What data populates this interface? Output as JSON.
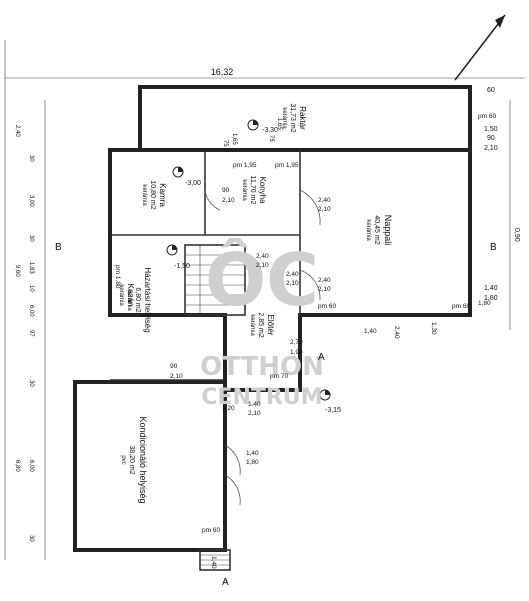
{
  "rooms": {
    "raktar": {
      "name": "Raktár",
      "area": "31,73 m2",
      "floor": "kerámia",
      "level": "-3,30"
    },
    "kamra": {
      "name": "Kamra",
      "area": "10,80 m2",
      "floor": "kerámia",
      "level": "-3,00"
    },
    "konyha": {
      "name": "Konyha",
      "area": "11,70 m2",
      "floor": "kerámia"
    },
    "nappali": {
      "name": "Nappali",
      "area": "40,45 m2",
      "floor": "kerámia"
    },
    "hazartas": {
      "name": "Házartási helyiség",
      "area": "6,80 m2",
      "floor": "kerámia",
      "level": "-1,50"
    },
    "kazan": {
      "name": "Kazán",
      "area": "",
      "floor": "kerámia"
    },
    "eloter": {
      "name": "Előtér",
      "area": "2,85 m2",
      "floor": "kerámia"
    },
    "kondicionalo": {
      "name": "Kondicionáló helyiség",
      "area": "38,20 m2",
      "floor": "pvc"
    }
  },
  "dimensions": {
    "overall_width": "16,32",
    "left": [
      "2,40",
      "30",
      "3,00",
      "30",
      "1,83",
      "10",
      "6,00",
      "97",
      "9,60",
      "30",
      "6,00",
      "6,80",
      "30"
    ],
    "right": [
      "60",
      "1,50",
      "90",
      "2,10",
      "0,90",
      "1,80",
      "1,40"
    ],
    "raktar_opening": [
      "1,65",
      "75",
      "1,65",
      "75"
    ],
    "openings": [
      "pm 1,95",
      "pm 1,95",
      "2,40",
      "2,10",
      "90",
      "2,10",
      "2,40",
      "2,10",
      "2,40",
      "2,10",
      "pm 60",
      "1,80",
      "1,30",
      "2,70",
      "1,90",
      "pm 70",
      "1,40",
      "2,10",
      "1,40",
      "1,80",
      "pm 60",
      "1,40",
      "90",
      "2,10",
      "pm 1,80",
      "pm 60",
      "pm 60",
      "2,40",
      "2,10",
      "1,40",
      "2,40",
      "1,20"
    ],
    "levels": [
      "-3,15"
    ]
  },
  "section_markers": [
    "B",
    "B",
    "A",
    "A"
  ],
  "watermark": {
    "logo": "ÔC",
    "line1": "OTTHON",
    "line2": "CENTRUM"
  }
}
